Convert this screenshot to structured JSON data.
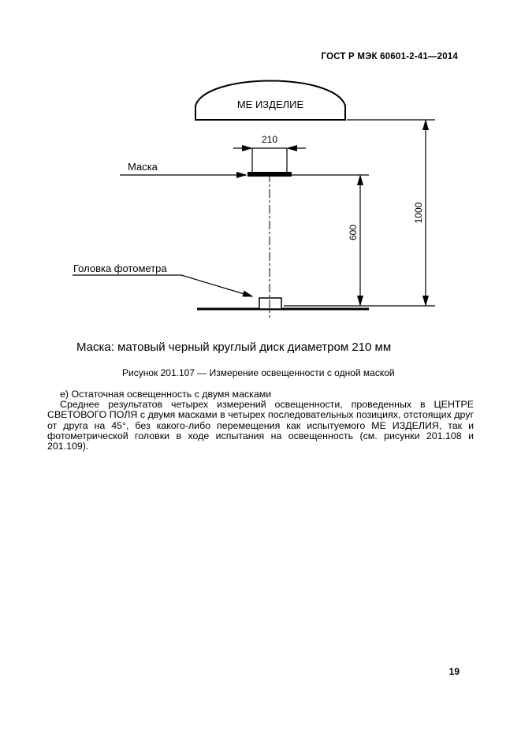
{
  "header": {
    "title": "ГОСТ Р МЭК 60601-2-41—2014"
  },
  "diagram": {
    "me_product_label": "МЕ ИЗДЕЛИЕ",
    "mask_label": "Маска",
    "photometer_label": "Головка фотометра",
    "dim_210": "210",
    "dim_600": "600",
    "dim_1000": "1000"
  },
  "captions": {
    "mask_note": "Маска: матовый черный круглый диск диаметром 210 мм",
    "figure_caption": "Рисунок 201.107 — Измерение освещенности с одной маской"
  },
  "body": {
    "item_e": "е) Остаточная освещенность с двумя масками",
    "paragraph": "Среднее результатов четырех измерений освещенности, проведенных в ЦЕНТРЕ СВЕТОВОГО ПОЛЯ с двумя масками в четырех последовательных позициях, отстоящих друг от друга на 45°, без какого-либо перемещения как испытуемого МЕ ИЗДЕЛИЯ, так и фотометрической головки в ходе испытания на освещенность (см. рисунки 201.108 и 201.109)."
  },
  "footer": {
    "page_number": "19"
  }
}
